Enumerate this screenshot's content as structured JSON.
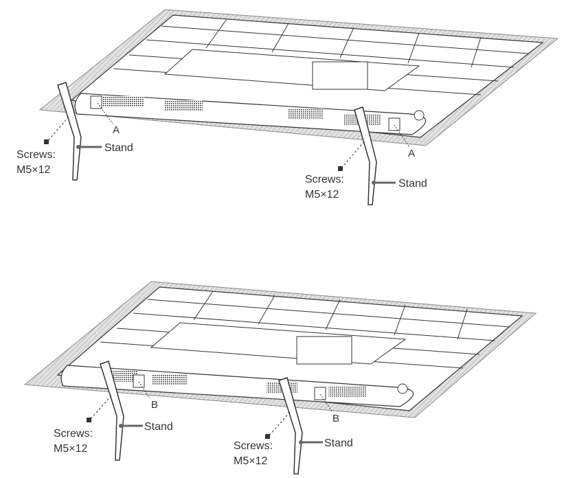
{
  "diagram": {
    "top": {
      "letter_left": "A",
      "letter_right": "A",
      "left_stand": {
        "screws_line1": "Screws:",
        "screws_line2": "M5×12",
        "stand_label": "Stand"
      },
      "right_stand": {
        "screws_line1": "Screws:",
        "screws_line2": "M5×12",
        "stand_label": "Stand"
      }
    },
    "bottom": {
      "letter_left": "B",
      "letter_right": "B",
      "left_stand": {
        "screws_line1": "Screws:",
        "screws_line2": "M5×12",
        "stand_label": "Stand"
      },
      "right_stand": {
        "screws_line1": "Screws:",
        "screws_line2": "M5×12",
        "stand_label": "Stand"
      }
    }
  },
  "colors": {
    "line": "#333333",
    "surface": "#d9d9d9",
    "panel": "#ffffff"
  }
}
